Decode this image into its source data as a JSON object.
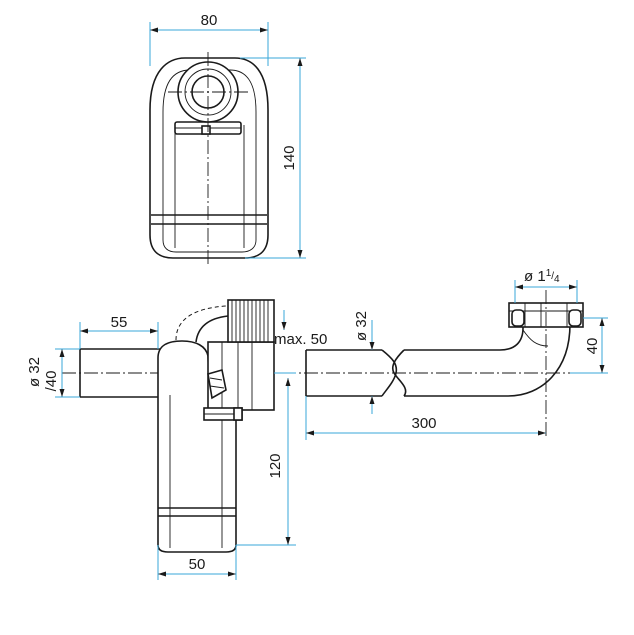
{
  "top_view": {
    "width_label": "80",
    "height_label": "140"
  },
  "side_view": {
    "left_length_label": "55",
    "inlet_diameter_label_1": "ø 32",
    "inlet_diameter_label_2": "/40",
    "adjust_label": "max. 50",
    "trap_height_label": "120",
    "trap_width_label": "50",
    "pipe_diameter_label": "ø 32",
    "pipe_length_label": "300",
    "outlet_diameter_prefix": "ø 1",
    "outlet_diameter_num": "1",
    "outlet_diameter_slash": "/",
    "outlet_diameter_den": "4",
    "outlet_height_label": "40"
  },
  "colors": {
    "dimension": "#3aa7d8",
    "outline": "#1a1a1a"
  }
}
